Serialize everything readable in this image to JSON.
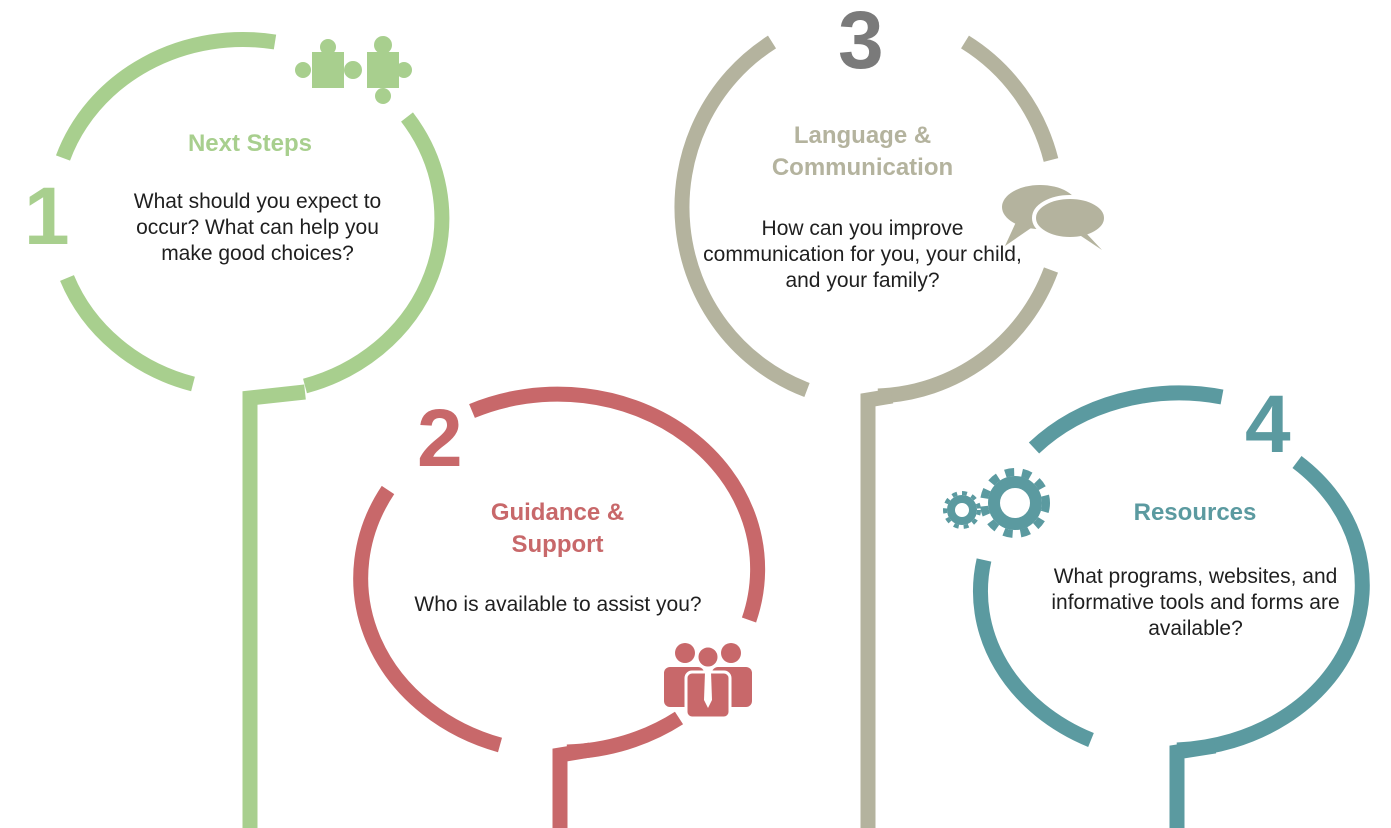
{
  "colors": {
    "green": "#a8cf8e",
    "red": "#c8686a",
    "taupe": "#b4b39e",
    "teal": "#5b9aa0",
    "number3": "#7a7a7a",
    "text": "#1f1f1f"
  },
  "steps": [
    {
      "number": "1",
      "heading": "Next Steps",
      "description": "What should you expect to occur? What can help you make good choices?",
      "icon": "puzzle-pieces-icon"
    },
    {
      "number": "2",
      "heading": "Guidance & Support",
      "description": "Who is available to assist you?",
      "icon": "people-group-icon"
    },
    {
      "number": "3",
      "heading": "Language & Communication",
      "description": "How can you improve communication for you, your child, and your family?",
      "icon": "speech-bubbles-icon"
    },
    {
      "number": "4",
      "heading": "Resources",
      "description": "What programs, websites, and informative tools and forms are available?",
      "icon": "gears-icon"
    }
  ]
}
